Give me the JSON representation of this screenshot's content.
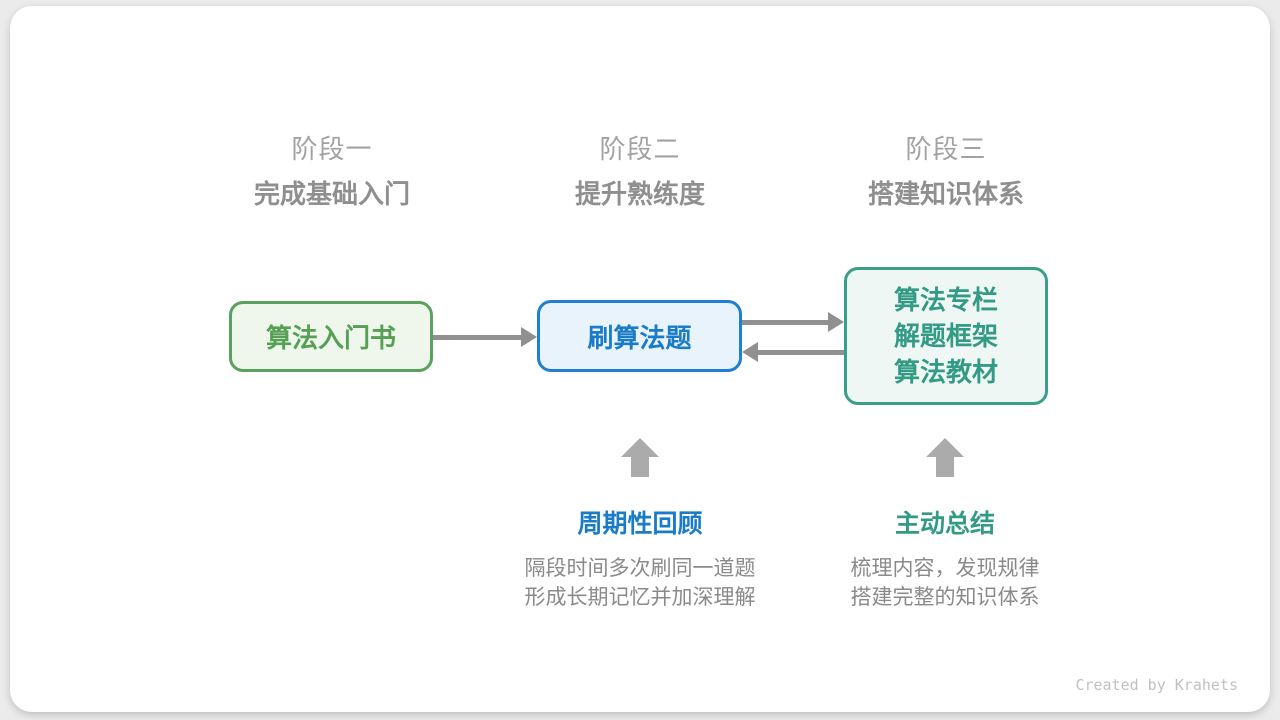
{
  "stages": [
    {
      "label": "阶段一",
      "subtitle": "完成基础入门"
    },
    {
      "label": "阶段二",
      "subtitle": "提升熟练度"
    },
    {
      "label": "阶段三",
      "subtitle": "搭建知识体系"
    }
  ],
  "nodes": {
    "intro_book": {
      "text": "算法入门书",
      "text_color": "#55a055",
      "border_color": "#5ba15e",
      "bg_color": "#eff7ec"
    },
    "practice": {
      "text": "刷算法题",
      "text_color": "#1a7cc9",
      "border_color": "#1f7fd1",
      "bg_color": "#e9f3fb"
    },
    "knowledge": {
      "lines": [
        "算法专栏",
        "解题框架",
        "算法教材"
      ],
      "text_color": "#339b85",
      "border_color": "#3b9e8a",
      "bg_color": "#eef7f3"
    }
  },
  "methods": [
    {
      "title": "周期性回顾",
      "title_color": "#1a7cc9",
      "desc": [
        "隔段时间多次刷同一道题",
        "形成长期记忆并加深理解"
      ]
    },
    {
      "title": "主动总结",
      "title_color": "#339b85",
      "desc": [
        "梳理内容，发现规律",
        "搭建完整的知识体系"
      ]
    }
  ],
  "arrows": {
    "flow_color": "#909090",
    "up_arrow_color": "#ababab"
  },
  "footer": {
    "credit": "Created by Krahets"
  }
}
